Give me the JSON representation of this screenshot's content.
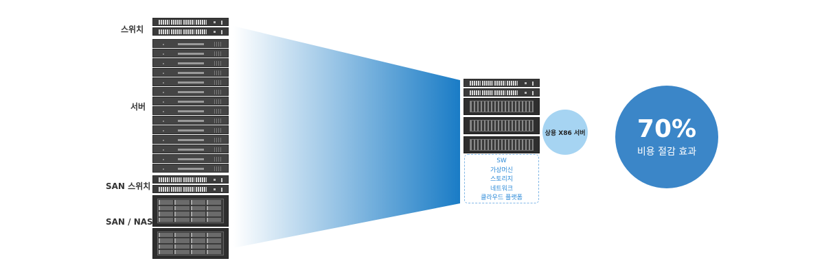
{
  "left_labels": {
    "switch": "스위치",
    "server": "서버",
    "san_switch": "SAN 스위치",
    "san_nas": "SAN / NAS"
  },
  "right_rack_label": "상용 X86 서버",
  "software_list": [
    "SW",
    "가상머신",
    "스토리지",
    "네트워크",
    "클라우드 플랫폼"
  ],
  "savings": {
    "percent": "70%",
    "label": "비용 절감 효과"
  },
  "colors": {
    "funnel_start": "#ffffff",
    "funnel_end": "#1a7cc6",
    "small_bubble": "#a6d4f2",
    "big_bubble": "#3b86c8",
    "rack_dark": "#3a3a3a",
    "software_text": "#2b8ad8"
  }
}
